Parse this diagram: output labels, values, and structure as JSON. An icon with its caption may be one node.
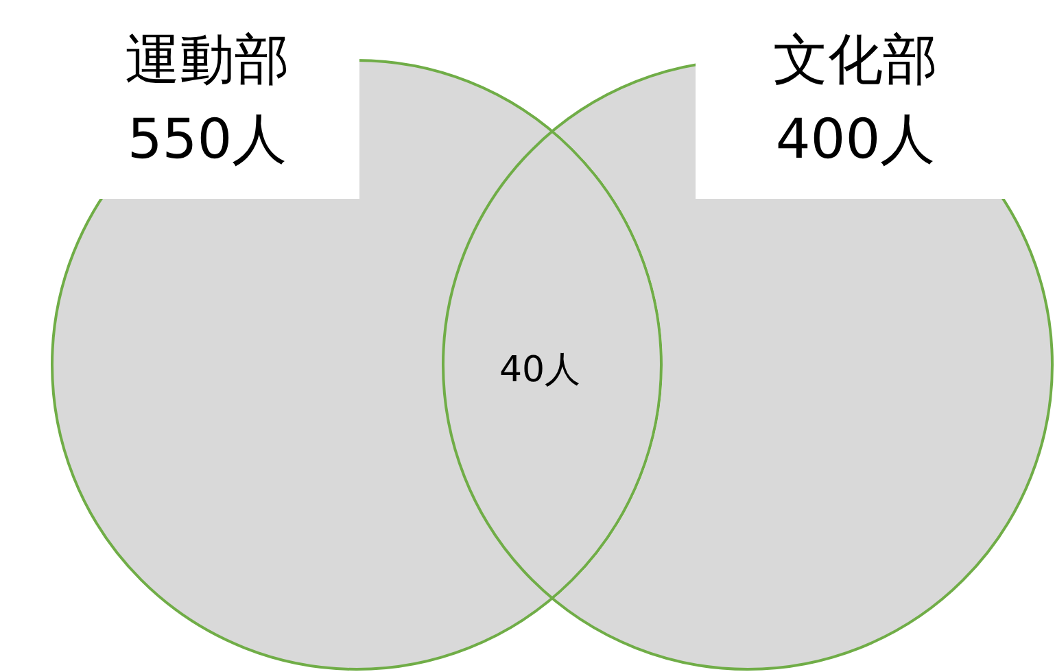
{
  "diagram": {
    "nodes": [
      {
        "text": [
          "運動部",
          "550人"
        ]
      },
      {
        "text": [
          "文化部",
          "400人"
        ]
      }
    ],
    "labels": [
      "40人"
    ]
  }
}
